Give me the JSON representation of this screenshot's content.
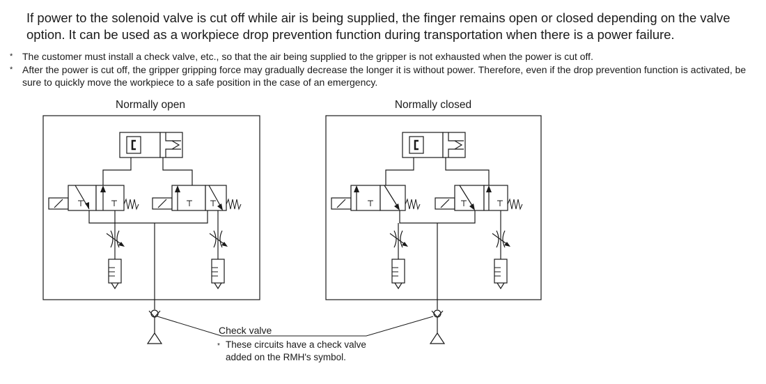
{
  "intro_text": "If power to the solenoid valve is cut off while air is being supplied, the finger remains open or closed depending on the valve option. It can be used as a workpiece drop prevention function during transportation when there is a power failure.",
  "notes": [
    {
      "mark": "*",
      "text": "The customer must install a check valve, etc., so that the air being supplied to the gripper is not exhausted when the power is cut off."
    },
    {
      "mark": "*",
      "text": "After the power is cut off, the gripper gripping force may gradually decrease the longer it is without power. Therefore, even if the drop prevention function is activated, be sure to quickly move the workpiece to a safe position in the case of an emergency."
    }
  ],
  "diagrams": {
    "left_title": "Normally open",
    "right_title": "Normally closed"
  },
  "check_valve": {
    "label": "Check valve",
    "note_mark": "*",
    "note_line1": "These circuits have a check valve",
    "note_line2": "added on the RMH's symbol."
  }
}
